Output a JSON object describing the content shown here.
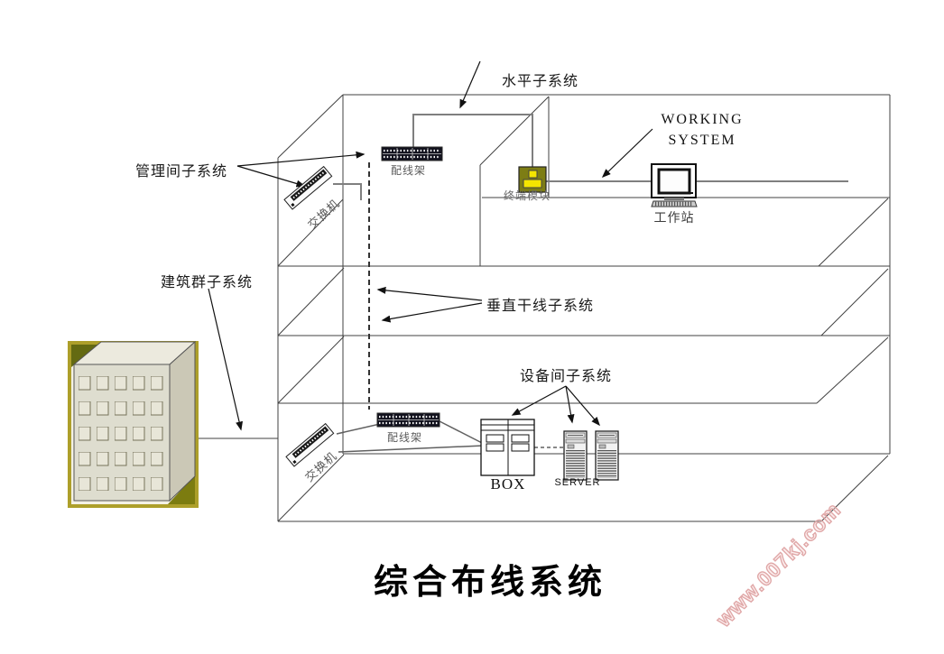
{
  "title": "综合布线系统",
  "watermark": "www.007kj.com",
  "labels": {
    "horizontal_subsystem": "水平子系统",
    "management_room_subsystem": "管理间子系统",
    "campus_subsystem": "建筑群子系统",
    "vertical_backbone_subsystem": "垂直干线子系统",
    "equipment_room_subsystem": "设备间子系统",
    "working_system_line1": "WORKING",
    "working_system_line2": "SYSTEM",
    "workstation": "工作站",
    "patch_panel_top": "配线架",
    "patch_panel_bottom": "配线架",
    "switch_top": "交换机",
    "switch_bottom": "交换机",
    "terminal_module": "终端模块",
    "box_cabinet": "BOX",
    "server": "SERVER"
  },
  "components": [
    {
      "name": "building",
      "type": "campus-building-icon"
    },
    {
      "name": "patch-panel-top",
      "label": "配线架",
      "floor": "top"
    },
    {
      "name": "switch-top",
      "label": "交换机",
      "floor": "top"
    },
    {
      "name": "terminal-module",
      "label": "终端模块",
      "floor": "top"
    },
    {
      "name": "workstation",
      "label": "工作站",
      "floor": "top"
    },
    {
      "name": "patch-panel-bottom",
      "label": "配线架",
      "floor": "equipment-room"
    },
    {
      "name": "switch-bottom",
      "label": "交换机",
      "floor": "equipment-room"
    },
    {
      "name": "box-cabinet",
      "label": "BOX",
      "floor": "equipment-room"
    },
    {
      "name": "servers",
      "label": "SERVER",
      "count": 2,
      "floor": "equipment-room"
    }
  ],
  "connections": [
    {
      "from": "patch-panel-top",
      "to": "terminal-module",
      "style": "ceiling-cable"
    },
    {
      "from": "terminal-module",
      "to": "workstation",
      "style": "horizontal-cable"
    },
    {
      "from": "patch-panel-top",
      "to": "patch-panel-bottom",
      "style": "dashed-riser"
    },
    {
      "from": "building",
      "to": "structure",
      "style": "solid"
    },
    {
      "from": "patch-panel-bottom",
      "to": "box-cabinet",
      "style": "solid"
    },
    {
      "from": "switch-bottom",
      "to": "box-cabinet",
      "style": "solid"
    },
    {
      "from": "box-cabinet",
      "to": "servers",
      "style": "dashed"
    }
  ],
  "colors": {
    "structure_line": "#404040",
    "cable": "#7f7f7f",
    "terminal_module_body": "#7d7d14",
    "terminal_module_glyph": "#f5e500",
    "building_border": "#ad9f2a",
    "building_triangle": "#6a6e12",
    "watermark_pink": "#dd9f9f",
    "panel_body": "#10101c"
  }
}
